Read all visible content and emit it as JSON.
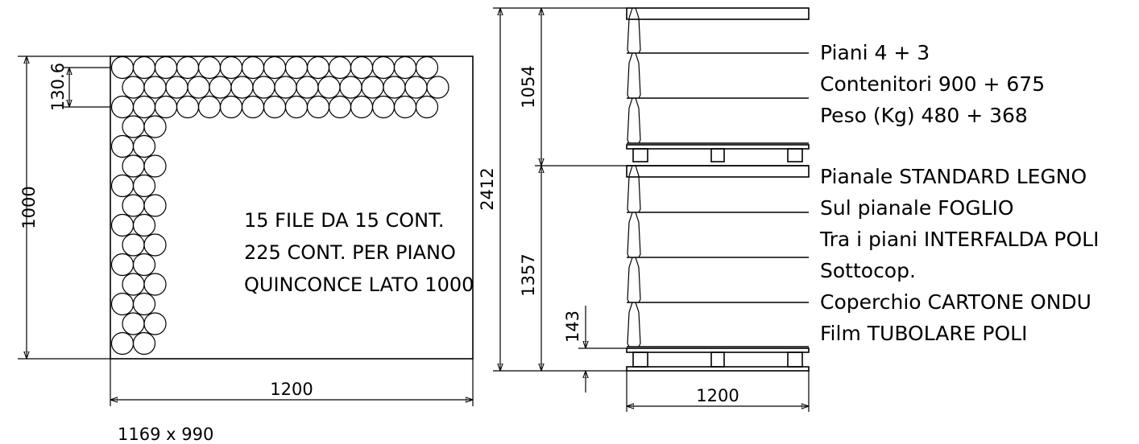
{
  "top_view": {
    "dim_width": "1200",
    "dim_height": "1000",
    "dim_pitch": "130.6",
    "notes": [
      "15 FILE DA 15 CONT.",
      "225 CONT. PER PIANO",
      "QUINCONCE LATO 1000"
    ],
    "footprint": "1169 x 990"
  },
  "side_view": {
    "dim_total": "2412",
    "dim_upper": "1054",
    "dim_lower": "1357",
    "dim_pallet": "143",
    "dim_width": "1200"
  },
  "specs": [
    "Piani 4 + 3",
    "Contenitori 900 + 675",
    "Peso (Kg) 480 + 368",
    "Pianale  STANDARD LEGNO",
    "Sul pianale  FOGLIO",
    "Tra i piani  INTERFALDA POLI",
    "Sottocop.",
    "Coperchio CARTONE ONDU",
    "Film TUBOLARE POLI"
  ]
}
